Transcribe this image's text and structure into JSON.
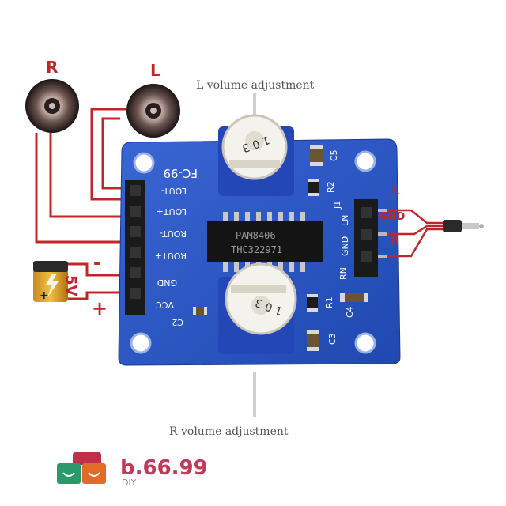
{
  "title_top": "L volume adjustment",
  "title_bottom": "R volume adjustment",
  "speakers": {
    "right_label": "R",
    "left_label": "L"
  },
  "battery": {
    "voltage_label": "5V",
    "minus_label": "-",
    "plus_label": "+"
  },
  "board": {
    "name_label": "FC-99",
    "chip_line1": "PAM8406",
    "chip_line2": "THC322971",
    "left_pins": [
      "LOUT-",
      "LOUT+",
      "ROUT-",
      "ROUT+",
      "GND",
      "VCC"
    ],
    "right_pins": [
      "LN",
      "GND",
      "RN"
    ],
    "components": {
      "c5": "C5",
      "r2": "R2",
      "r1": "R1",
      "c4": "C4",
      "c3": "C3",
      "c2": "C2",
      "j1": "J1"
    }
  },
  "jack": {
    "l_label": "L",
    "gnd_label": "GND",
    "r_label": "R"
  },
  "brand": {
    "name": "b.66.99",
    "sub": "DIY"
  },
  "colors": {
    "board": "#2a55c4",
    "wire": "#c0262a",
    "brand_text": "#c23a5a",
    "sub_text": "#8a8a8a",
    "title_text": "#555555"
  }
}
